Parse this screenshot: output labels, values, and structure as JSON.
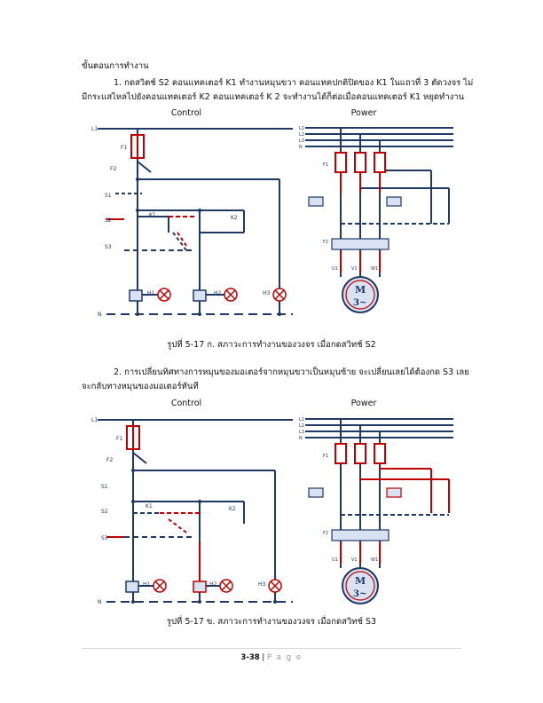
{
  "heading": "ขั้นตอนการทำงาน",
  "step1": {
    "line1": "1. กดสวิตช์ S2 คอนแทคเตอร์ K1 ทำงานหมุนขวา คอนแทคปกติปิดของ K1 ในแถวที่ 3 ตัดวงจร ไม่",
    "line2": "มีกระแสไหลไปยังคอนแทคเตอร์ K2 คอนแทคเตอร์ K 2 จะทำงานได้ก็ต่อเมื่อคอนแทคเตอร์ K1 หยุดทำงาน"
  },
  "figure1": {
    "control_title": "Control",
    "power_title": "Power",
    "caption": "รูปที่ 5-17 ก. สภาวะการทำงานของวงจร เมื่อกดสวิทช์ S2",
    "labels": {
      "L1": "L1",
      "F1": "F1",
      "F2": "F2",
      "S1": "S1",
      "S2": "S2",
      "S3": "S3",
      "K1": "K1",
      "K2": "K2",
      "H1": "H1",
      "H2": "H2",
      "H3": "H3",
      "N": "N",
      "P1": "L1",
      "P2": "L2",
      "P3": "L3",
      "PN": "N",
      "FP": "F1",
      "FR": "F2",
      "U": "U1",
      "V": "V1",
      "W": "W1",
      "M": "M",
      "M3": "3~"
    }
  },
  "step2": {
    "line1": "2. การเปลี่ยนทิศทางการหมุนของมอเตอร์จากหมุนขวาเป็นหมุนซ้าย จะเปลี่ยนเลยได้ต้องกด S3 เลย",
    "line2": "จะกลับทางหมุนของมอเตอร์ทันที"
  },
  "figure2": {
    "control_title": "Control",
    "power_title": "Power",
    "caption": "รูปที่ 5-17 ข. สภาวะการทำงานของวงจร เมื่อกดสวิทช์ S3",
    "labels": {
      "L1": "L1",
      "F1": "F1",
      "F2": "F2",
      "S1": "S1",
      "S2": "S2",
      "S3": "S3",
      "K1": "K1",
      "K2": "K2",
      "H1": "H1",
      "H2": "H2",
      "H3": "H3",
      "N": "N",
      "P1": "L1",
      "P2": "L2",
      "P3": "L3",
      "PN": "N",
      "FP": "F1",
      "FR": "F2",
      "U": "U1",
      "V": "V1",
      "W": "W1",
      "M": "M",
      "M3": "3~"
    }
  },
  "footer": {
    "page": "3-38",
    "sep": " | ",
    "label": "P a g e"
  },
  "colors": {
    "wire": "#1f3864",
    "active": "#c00000",
    "relay": "#d9e2f3"
  }
}
